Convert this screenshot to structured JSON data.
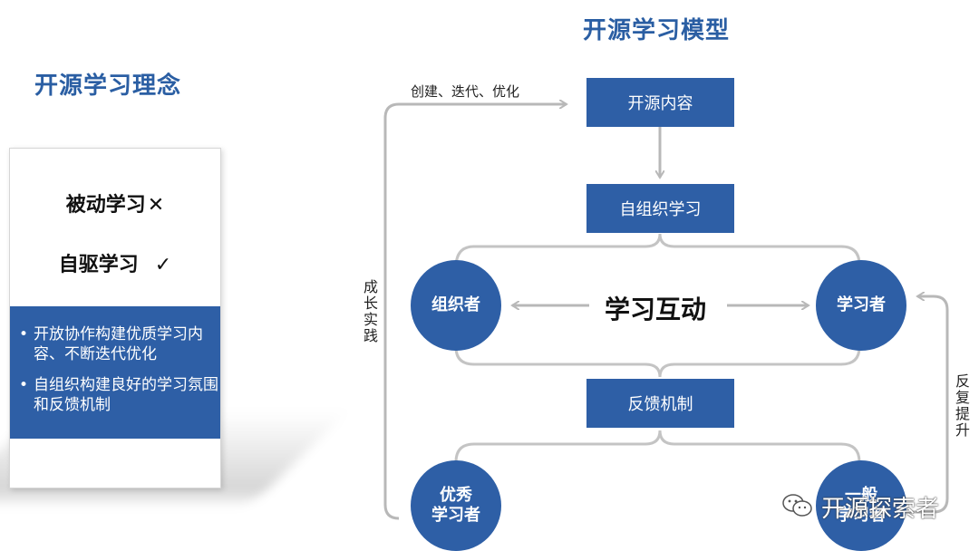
{
  "left": {
    "title": "开源学习理念",
    "passive": "被动学习",
    "passive_mark": "✕",
    "active": "自驱学习",
    "active_mark": "✓",
    "bullets": [
      "开放协作构建优质学习内容、不断迭代优化",
      "自组织构建良好的学习氛围和反馈机制"
    ]
  },
  "right": {
    "title": "开源学习模型",
    "top_label": "创建、迭代、优化",
    "box_content": "开源内容",
    "box_self_org": "自组织学习",
    "center_label": "学习互动",
    "box_feedback": "反馈机制",
    "circle_organizer": "组织者",
    "circle_learner": "学习者",
    "circle_excellent": "优秀\n学习者",
    "circle_general": "一般\n学习者",
    "left_vertical": "成长实践",
    "right_vertical": "反复提升"
  },
  "watermark": "开源探索者",
  "colors": {
    "accent_blue": "#2e5fa6",
    "title_blue": "#2a5ea3",
    "line_gray": "#b8b8b8"
  }
}
